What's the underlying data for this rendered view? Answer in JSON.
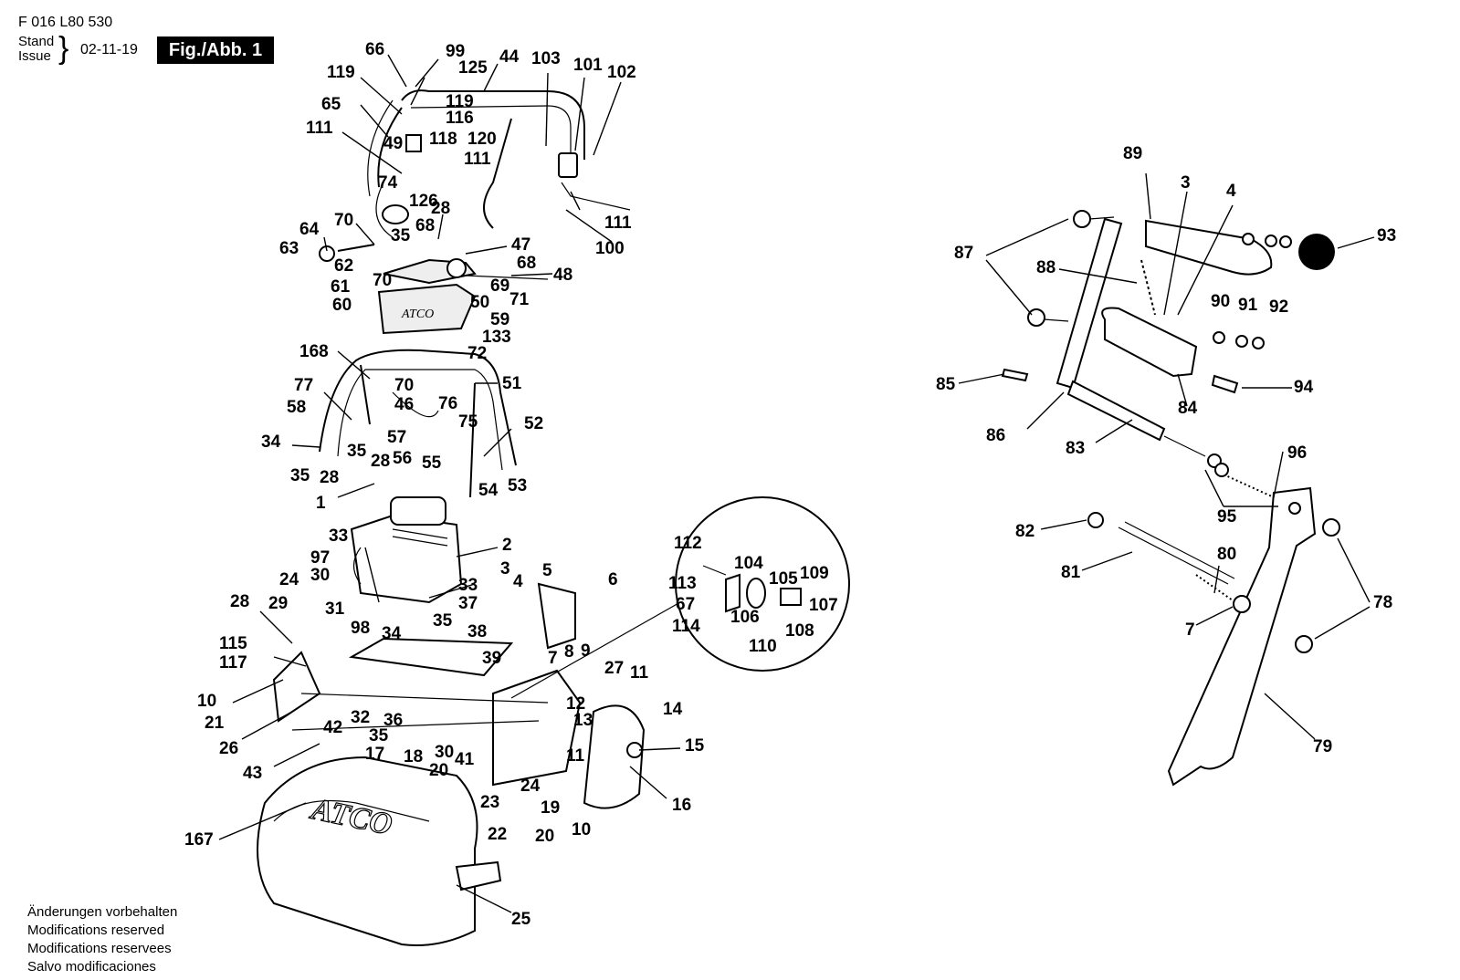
{
  "header": {
    "part_number": "F 016 L80 530",
    "stand_label": "Stand",
    "issue_label": "Issue",
    "date": "02-11-19",
    "figure_label": "Fig./Abb. 1"
  },
  "footer": {
    "notes": [
      "Änderungen vorbehalten",
      "Modifications reserved",
      "Modifications reservees",
      "Salvo modificaciones"
    ]
  },
  "diagram": {
    "brand_mark": "ATCO",
    "callouts": [
      "66",
      "99",
      "44",
      "103",
      "101",
      "102",
      "119",
      "125",
      "119",
      "116",
      "65",
      "111",
      "49",
      "118",
      "120",
      "111",
      "74",
      "126",
      "28",
      "111",
      "100",
      "70",
      "64",
      "68",
      "35",
      "47",
      "63",
      "62",
      "68",
      "48",
      "70",
      "61",
      "69",
      "50",
      "71",
      "60",
      "59",
      "133",
      "168",
      "72",
      "77",
      "70",
      "51",
      "46",
      "76",
      "58",
      "75",
      "52",
      "34",
      "57",
      "35",
      "28",
      "56",
      "55",
      "35",
      "28",
      "54",
      "53",
      "1",
      "2",
      "33",
      "97",
      "30",
      "24",
      "33",
      "37",
      "3",
      "4",
      "5",
      "6",
      "28",
      "29",
      "31",
      "98",
      "34",
      "35",
      "38",
      "115",
      "117",
      "39",
      "7",
      "8",
      "9",
      "27",
      "10",
      "11",
      "21",
      "12",
      "36",
      "32",
      "42",
      "13",
      "14",
      "26",
      "35",
      "17",
      "18",
      "30",
      "41",
      "15",
      "11",
      "43",
      "20",
      "24",
      "23",
      "19",
      "16",
      "167",
      "22",
      "20",
      "10",
      "25",
      "112",
      "104",
      "105",
      "109",
      "113",
      "67",
      "106",
      "107",
      "114",
      "110",
      "108",
      "89",
      "3",
      "4",
      "87",
      "88",
      "93",
      "90",
      "91",
      "92",
      "85",
      "94",
      "84",
      "86",
      "83",
      "96",
      "95",
      "82",
      "80",
      "81",
      "78",
      "7",
      "79"
    ]
  }
}
